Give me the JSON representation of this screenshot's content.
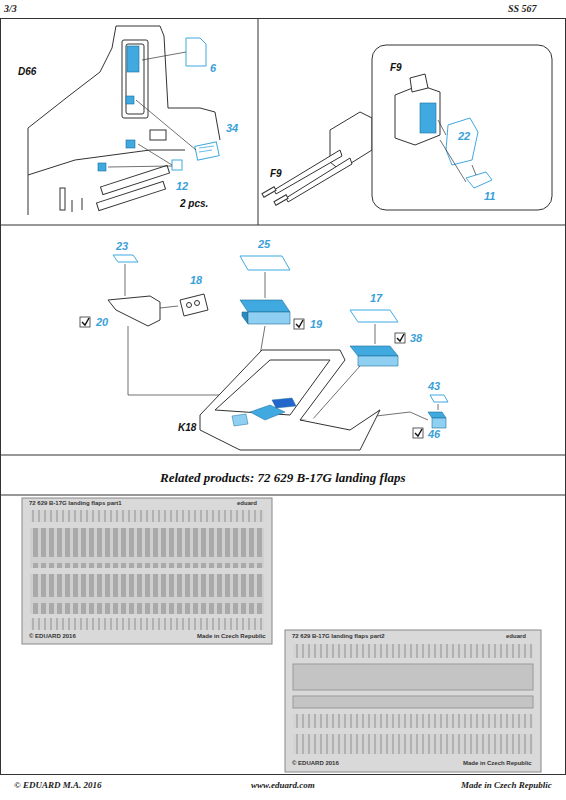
{
  "diagram": {
    "labels": [
      "3/3",
      "SS 567",
      "D66",
      "6",
      "34",
      "12",
      "2 pcs.",
      "F9",
      "F9",
      "22",
      "11",
      "23",
      "25",
      "18",
      "17",
      "20",
      "19",
      "38",
      "43",
      "K18",
      "46",
      "Related products:  72 629  B-17G landing flaps",
      "72 629  B-17G landing flaps  part1",
      "eduard",
      "© EDUARD 2016",
      "Made in Czech Republic",
      "72 629  B-17G landing flaps  part2",
      "eduard",
      "© EDUARD 2016",
      "Made in Czech Republic",
      "© EDUARD  M.A. 2016",
      "www.eduard.com",
      "Made in Czech Republic"
    ]
  }
}
